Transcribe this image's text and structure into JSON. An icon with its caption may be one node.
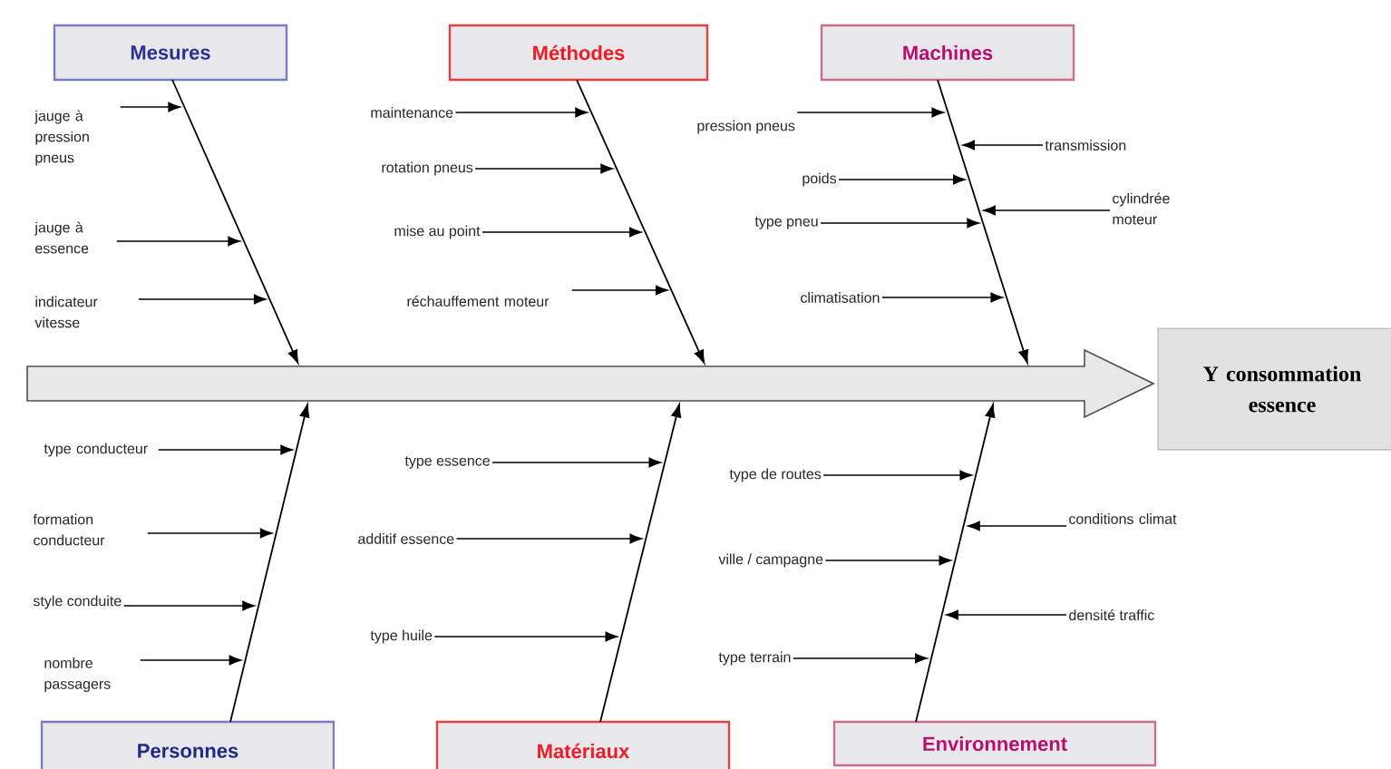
{
  "diagram": {
    "nodes": [
      {
        "text": [
          "Mesures"
        ]
      },
      {
        "text": [
          "Méthodes"
        ]
      },
      {
        "text": [
          "Machines"
        ]
      },
      {
        "text": [
          "Y consommation essence"
        ]
      },
      {
        "text": [],
        "shape": "arrow"
      },
      {
        "text": [
          "Personnes"
        ]
      },
      {
        "text": [
          "Matériaux"
        ]
      },
      {
        "text": [
          "Environnement"
        ]
      },
      {
        "text": [
          "jauge à pression pneus"
        ]
      },
      {
        "text": [
          "jauge à essence"
        ]
      },
      {
        "text": [
          "indicateur vitesse"
        ]
      },
      {
        "text": [
          "maintenance"
        ]
      },
      {
        "text": [
          "rotation pneus"
        ]
      },
      {
        "text": [
          "mise au point"
        ]
      },
      {
        "text": [
          "réchauffement moteur"
        ]
      },
      {
        "text": [
          "pression pneus"
        ]
      },
      {
        "text": [
          "transmission"
        ]
      },
      {
        "text": [
          "poids"
        ]
      },
      {
        "text": [
          "cylindrée moteur"
        ]
      },
      {
        "text": [
          "type pneu"
        ]
      },
      {
        "text": [
          "climatisation"
        ]
      },
      {
        "text": [
          "type conducteur"
        ]
      },
      {
        "text": [
          "formation conducteur"
        ]
      },
      {
        "text": [
          "style conduite"
        ]
      },
      {
        "text": [
          "nombre passagers"
        ]
      },
      {
        "text": [
          "type essence"
        ]
      },
      {
        "text": [
          "additif essence"
        ]
      },
      {
        "text": [
          "type huile"
        ]
      },
      {
        "text": [
          "type de routes"
        ]
      },
      {
        "text": [
          "conditions climat"
        ]
      },
      {
        "text": [
          "ville / campagne"
        ]
      },
      {
        "text": [
          "densité traffic"
        ]
      },
      {
        "text": [
          "type terrain"
        ]
      }
    ],
    "edges": [
      {
        "from": 0,
        "to": 4,
        "arrow": "to"
      },
      {
        "from": 1,
        "to": 4,
        "arrow": "to"
      },
      {
        "from": 2,
        "to": 4,
        "arrow": "to"
      },
      {
        "from": 5,
        "to": 4,
        "arrow": "to"
      },
      {
        "from": 6,
        "to": 4,
        "arrow": "to"
      },
      {
        "from": 7,
        "to": 4,
        "arrow": "to"
      },
      {
        "from": 8,
        "to": null,
        "arrow": "to"
      },
      {
        "from": 9,
        "to": null,
        "arrow": "to"
      },
      {
        "from": 10,
        "to": null,
        "arrow": "to"
      },
      {
        "from": 11,
        "to": null,
        "arrow": "to"
      },
      {
        "from": 12,
        "to": null,
        "arrow": "to"
      },
      {
        "from": 13,
        "to": null,
        "arrow": "to"
      },
      {
        "from": 14,
        "to": null,
        "arrow": "to"
      },
      {
        "from": 15,
        "to": null,
        "arrow": "to"
      },
      {
        "from": 16,
        "to": null,
        "arrow": "to"
      },
      {
        "from": 17,
        "to": null,
        "arrow": "to"
      },
      {
        "from": 18,
        "to": null,
        "arrow": "to"
      },
      {
        "from": 19,
        "to": null,
        "arrow": "to"
      },
      {
        "from": 20,
        "to": null,
        "arrow": "to"
      },
      {
        "from": 21,
        "to": null,
        "arrow": "to"
      },
      {
        "from": 22,
        "to": null,
        "arrow": "to"
      },
      {
        "from": 23,
        "to": null,
        "arrow": "to"
      },
      {
        "from": 24,
        "to": null,
        "arrow": "to"
      },
      {
        "from": 25,
        "to": null,
        "arrow": "to"
      },
      {
        "from": 26,
        "to": null,
        "arrow": "to"
      },
      {
        "from": 27,
        "to": null,
        "arrow": "to"
      },
      {
        "from": 28,
        "to": null,
        "arrow": "to"
      },
      {
        "from": 29,
        "to": null,
        "arrow": "to"
      },
      {
        "from": 30,
        "to": null,
        "arrow": "to"
      },
      {
        "from": 31,
        "to": null,
        "arrow": "to"
      },
      {
        "from": 32,
        "to": null,
        "arrow": "to"
      }
    ]
  }
}
